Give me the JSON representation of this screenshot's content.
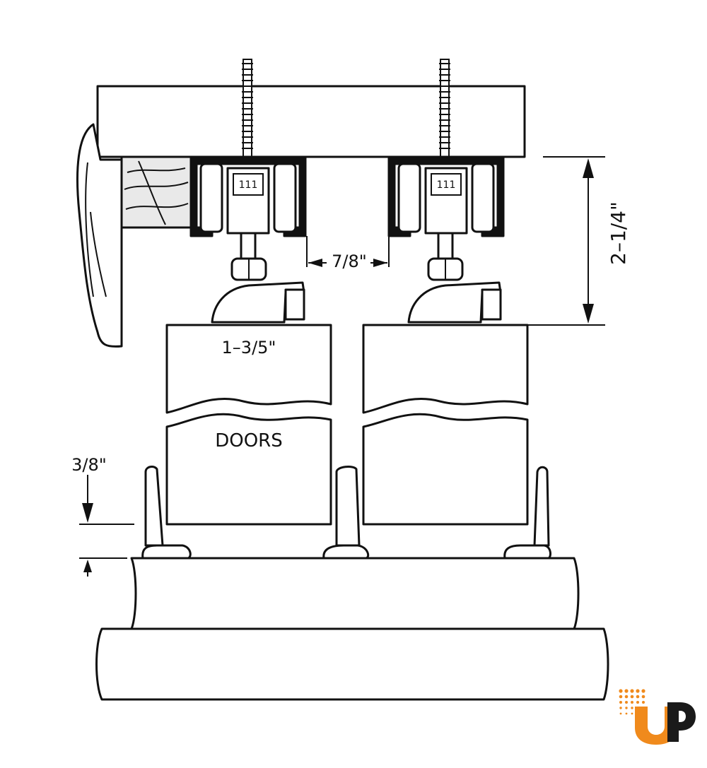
{
  "diagram": {
    "dimensions": {
      "track_height": "2–1/4\"",
      "hanger_gap": "7/8\"",
      "door_thickness": "1–3/5\"",
      "floor_clearance": "3/8\""
    },
    "labels": {
      "doors": "DOORS",
      "left_roller": "111",
      "right_roller": "111"
    }
  },
  "logo": {
    "text": "UP",
    "colors": {
      "orange": "#f08a1c",
      "black": "#1a1a1a"
    }
  }
}
